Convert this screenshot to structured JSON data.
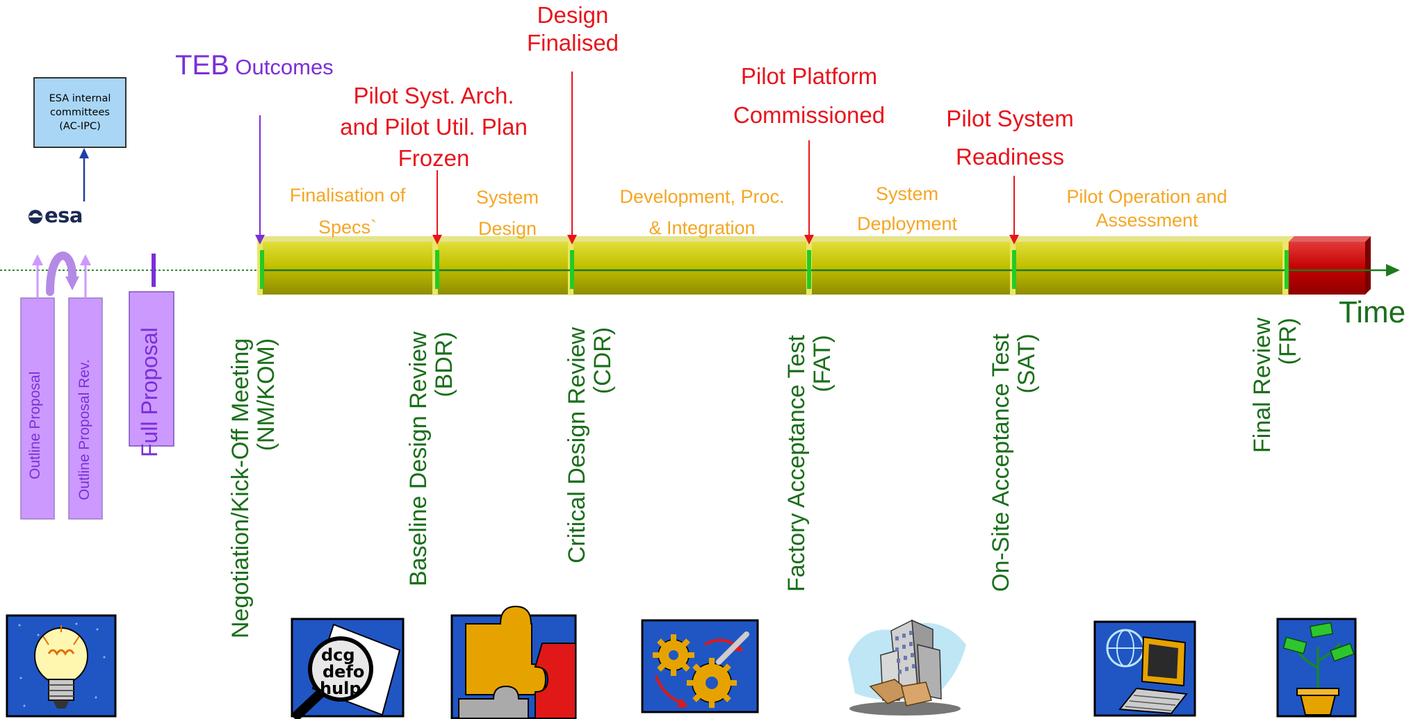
{
  "committee_box": {
    "line1": "ESA internal",
    "line2": "committees",
    "line3": "(AC-IPC)"
  },
  "esa_logo": "esa",
  "teb": {
    "prefix": "TEB",
    "suffix": " Outcomes"
  },
  "axis_label": "Time",
  "proposals": [
    {
      "label": "Outline Proposal"
    },
    {
      "label": "Outline Proposal Rev."
    },
    {
      "label": "Full Proposal"
    }
  ],
  "milestones": [
    {
      "line1": "Negotiation/Kick-Off  Meeting",
      "line2": "(NM/KOM)"
    },
    {
      "line1": "Baseline Design Review",
      "line2": "(BDR)"
    },
    {
      "line1": "Critical Design Review",
      "line2": "(CDR)"
    },
    {
      "line1": "Factory Acceptance Test",
      "line2": "(FAT)"
    },
    {
      "line1": "On-Site Acceptance Test",
      "line2": "(SAT)"
    },
    {
      "line1": "Final Review",
      "line2": "(FR)"
    }
  ],
  "outcomes": [
    {
      "lines": [
        "Pilot Syst. Arch.",
        "and Pilot Util. Plan",
        "Frozen"
      ]
    },
    {
      "lines": [
        "Design",
        "Finalised"
      ]
    },
    {
      "lines": [
        "Pilot Platform",
        "Commissioned"
      ]
    },
    {
      "lines": [
        "Pilot System",
        "Readiness"
      ]
    }
  ],
  "phases": [
    {
      "line1": "Finalisation of",
      "line2": "Specs`"
    },
    {
      "line1": "System",
      "line2": "Design"
    },
    {
      "line1": "Development, Proc.",
      "line2": "& Integration"
    },
    {
      "line1": "System",
      "line2": "Deployment"
    },
    {
      "line1": "Pilot Operation and",
      "line2": "Assessment"
    }
  ],
  "icons": [
    {
      "name": "lightbulb-icon"
    },
    {
      "name": "magnifier-text-icon"
    },
    {
      "name": "puzzle-icon"
    },
    {
      "name": "gears-icon"
    },
    {
      "name": "buildings-icon"
    },
    {
      "name": "computer-globe-icon"
    },
    {
      "name": "money-plant-icon"
    }
  ],
  "colors": {
    "milestone_green": "#1a6e1a",
    "outcome_red": "#e8141c",
    "phase_orange": "#f5a623",
    "teb_purple": "#7b2fd6",
    "bar_olive": "#c3c100",
    "bar_end_red": "#cc0000",
    "proposal_lilac": "#cc99ff"
  }
}
